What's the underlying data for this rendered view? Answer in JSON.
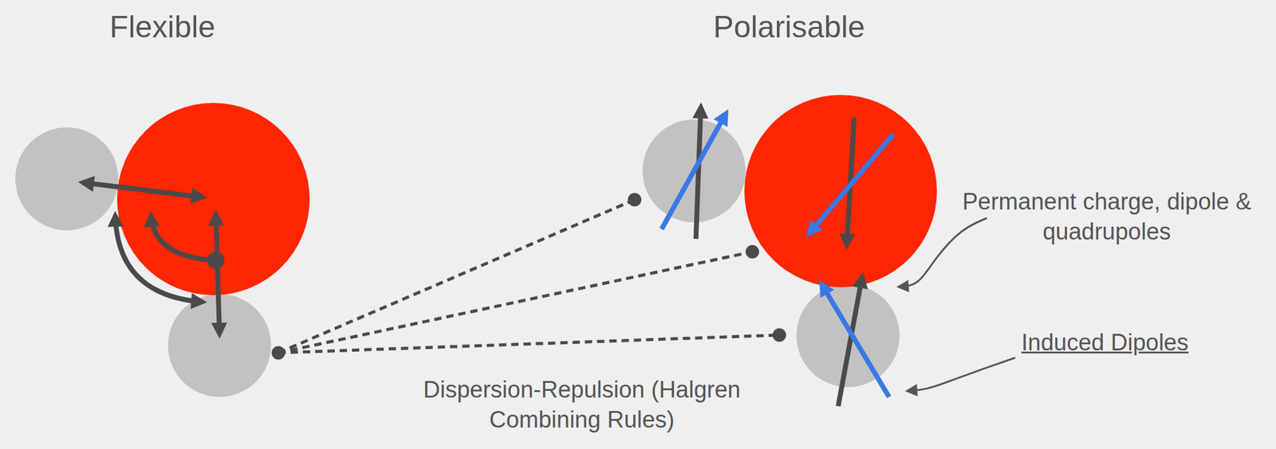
{
  "diagram": {
    "labels": [
      "Flexible",
      "Polarisable",
      "Permanent charge, dipole & quadrupoles",
      "Induced Dipoles",
      "Dispersion-Repulsion (Halgren Combining Rules)"
    ]
  }
}
